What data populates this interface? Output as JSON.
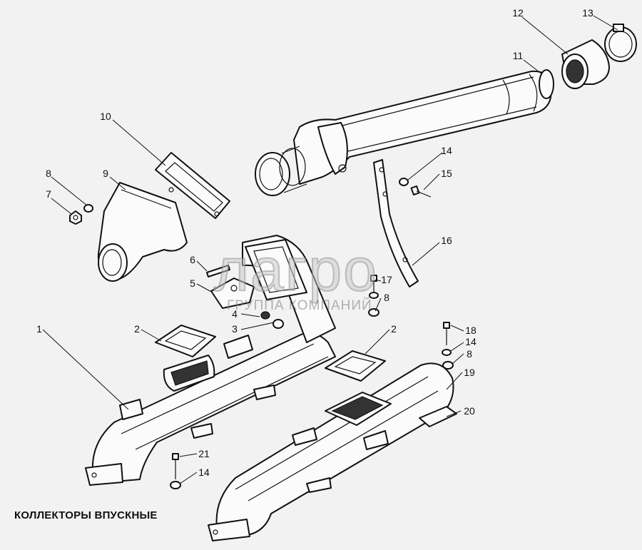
{
  "caption": "КОЛЛЕКТОРЫ ВПУСКНЫЕ",
  "watermark": {
    "brand": "лагро",
    "tagline": "ГРУППА КОМПАНИЙ"
  },
  "callouts": {
    "n1": "1",
    "n2a": "2",
    "n2b": "2",
    "n3": "3",
    "n4": "4",
    "n5": "5",
    "n6": "6",
    "n7": "7",
    "n8a": "8",
    "n8b": "8",
    "n8c": "8",
    "n9": "9",
    "n10": "10",
    "n11": "11",
    "n12": "12",
    "n13": "13",
    "n14a": "14",
    "n14b": "14",
    "n14c": "14",
    "n15": "15",
    "n16": "16",
    "n17": "17",
    "n18": "18",
    "n19": "19",
    "n20": "20",
    "n21": "21"
  }
}
